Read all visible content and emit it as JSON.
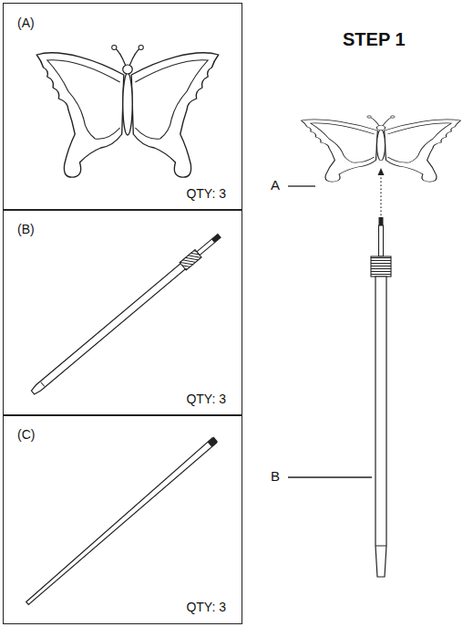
{
  "diagram": {
    "title": "STEP 1",
    "nodes": [
      {
        "text": [
          "(A)",
          "QTY: 3"
        ]
      },
      {
        "text": [
          "(B)",
          "QTY: 3"
        ]
      },
      {
        "text": [
          "(C)",
          "QTY: 3"
        ]
      }
    ],
    "labels": [
      "A",
      "B"
    ]
  }
}
